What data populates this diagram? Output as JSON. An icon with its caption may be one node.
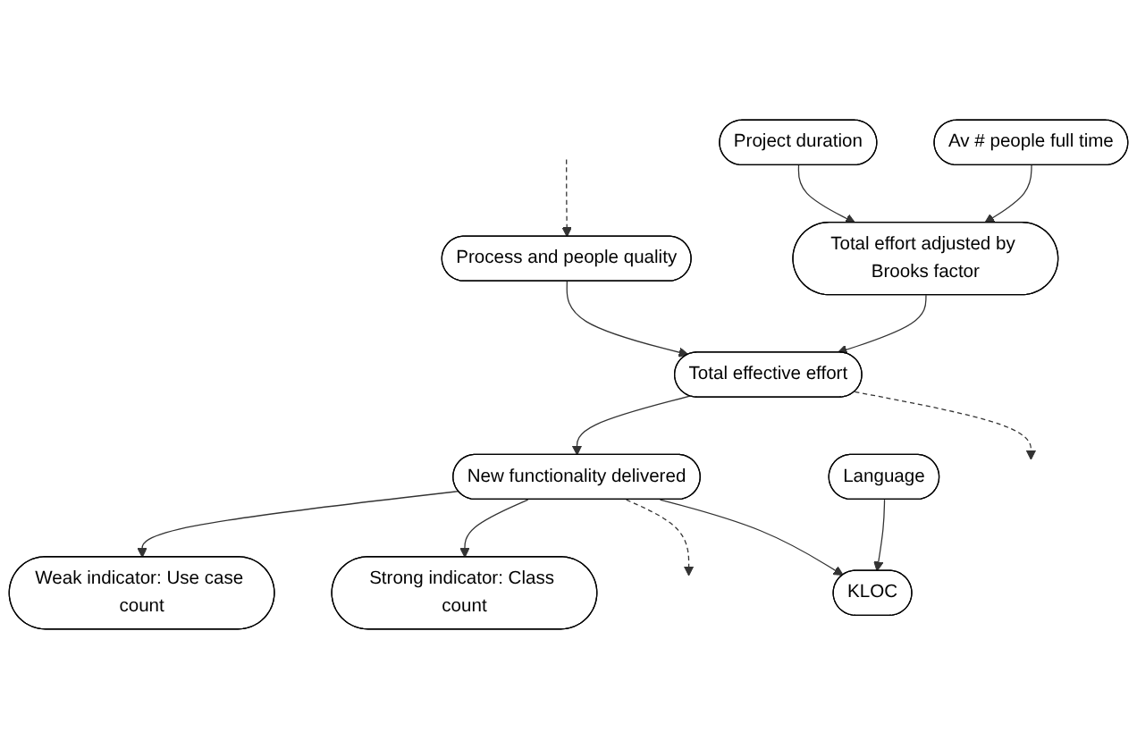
{
  "diagram": {
    "nodes": [
      {
        "text": [
          "Process and people quality"
        ]
      },
      {
        "text": [
          "Project duration"
        ]
      },
      {
        "text": [
          "Av # people full time"
        ]
      },
      {
        "text": [
          "Total effort adjusted by Brooks factor"
        ]
      },
      {
        "text": [
          "Total effective effort"
        ]
      },
      {
        "text": [
          "Weak indicator: Use case count"
        ]
      },
      {
        "text": [
          "New functionality delivered"
        ]
      },
      {
        "text": [
          "Strong indicator: Class count"
        ]
      },
      {
        "text": [
          "KLOC"
        ]
      },
      {
        "text": [
          "Language"
        ]
      }
    ],
    "edges": [
      {
        "from": null,
        "to": 0,
        "arrow": "to",
        "style": "dashed"
      },
      {
        "from": 1,
        "to": 3,
        "arrow": "to"
      },
      {
        "from": 2,
        "to": 3,
        "arrow": "to"
      },
      {
        "from": 0,
        "to": 4,
        "arrow": "to"
      },
      {
        "from": 3,
        "to": 4,
        "arrow": "to"
      },
      {
        "from": 4,
        "to": null,
        "arrow": "to",
        "style": "dashed"
      },
      {
        "from": 4,
        "to": 6,
        "arrow": "to"
      },
      {
        "from": 6,
        "to": 5,
        "arrow": "to"
      },
      {
        "from": 6,
        "to": 7,
        "arrow": "to"
      },
      {
        "from": 6,
        "to": null,
        "arrow": "to",
        "style": "dashed"
      },
      {
        "from": 6,
        "to": 8,
        "arrow": "to"
      },
      {
        "from": 9,
        "to": 8,
        "arrow": "to"
      }
    ]
  }
}
